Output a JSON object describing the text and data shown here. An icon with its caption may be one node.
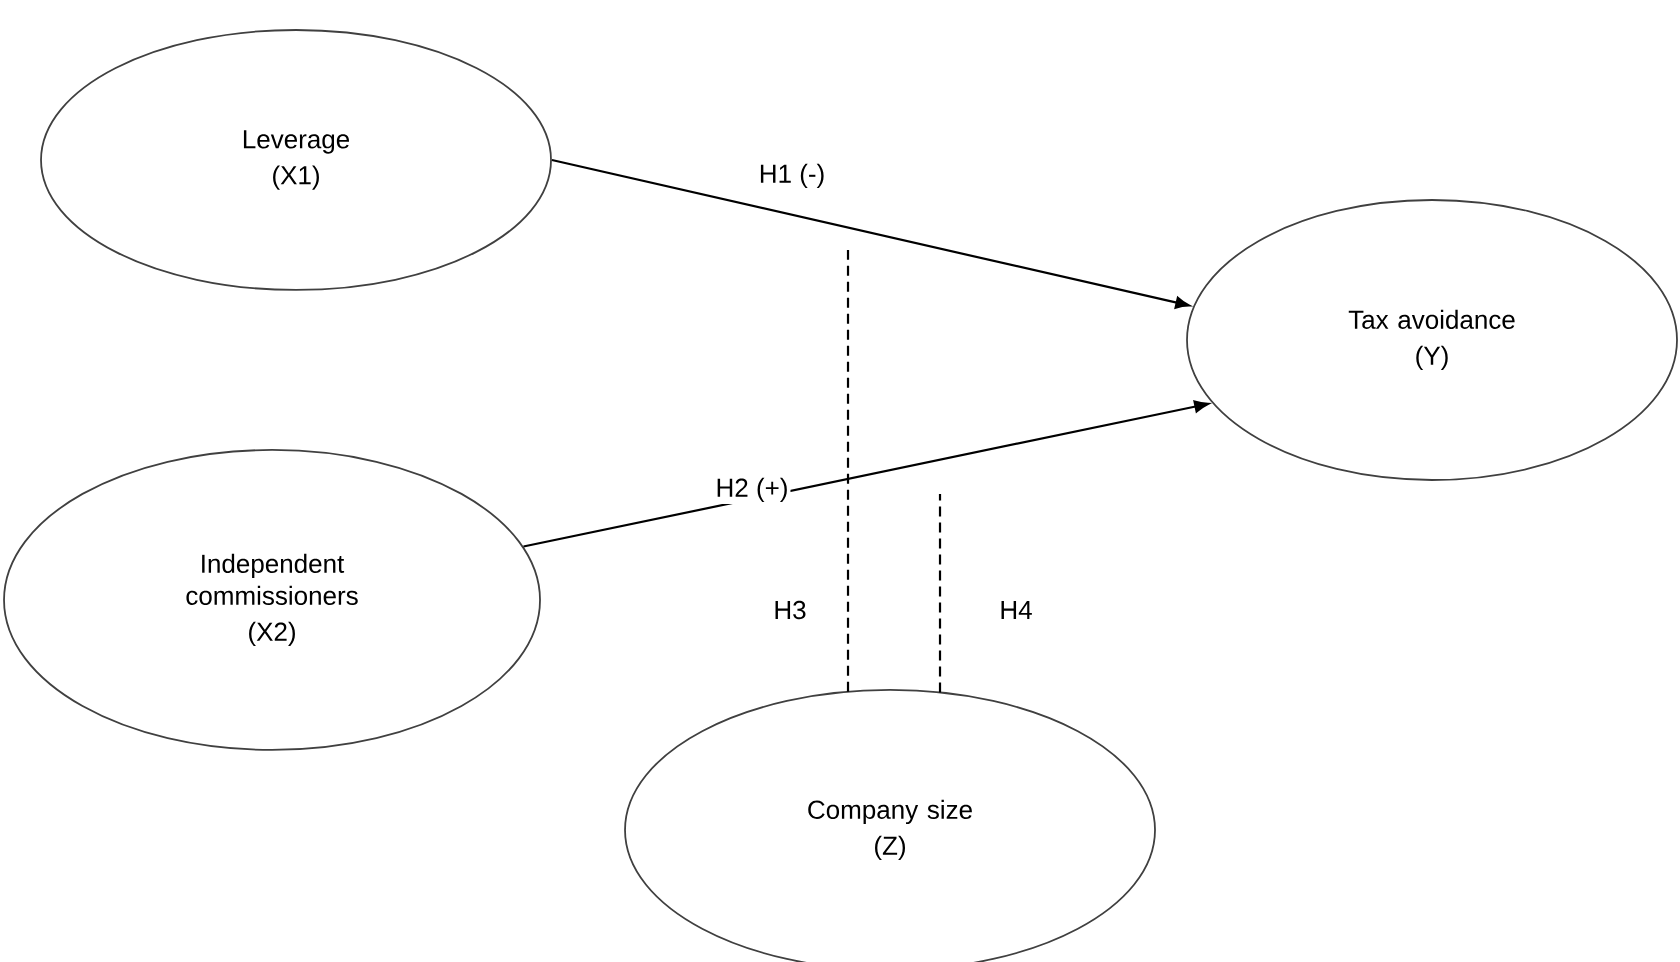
{
  "diagram": {
    "nodes": [
      {
        "text": [
          "Leverage",
          "(X1)"
        ]
      },
      {
        "text": [
          "Tax avoidance",
          "(Y)"
        ]
      },
      {
        "text": [
          "Independent commissioners",
          "(X2)"
        ]
      },
      {
        "text": [
          "Company size",
          "(Z)"
        ]
      }
    ],
    "edges": [
      {
        "from": 0,
        "to": 1,
        "arrow": "to",
        "label": "H1 (-)"
      },
      {
        "from": 2,
        "to": 1,
        "arrow": "to",
        "label": "H2 (+)"
      },
      {
        "from": 3,
        "to": null,
        "arrow": "none",
        "label": "H3",
        "style": "dashed"
      },
      {
        "from": 3,
        "to": null,
        "arrow": "none",
        "label": "H4",
        "style": "dashed"
      }
    ]
  }
}
